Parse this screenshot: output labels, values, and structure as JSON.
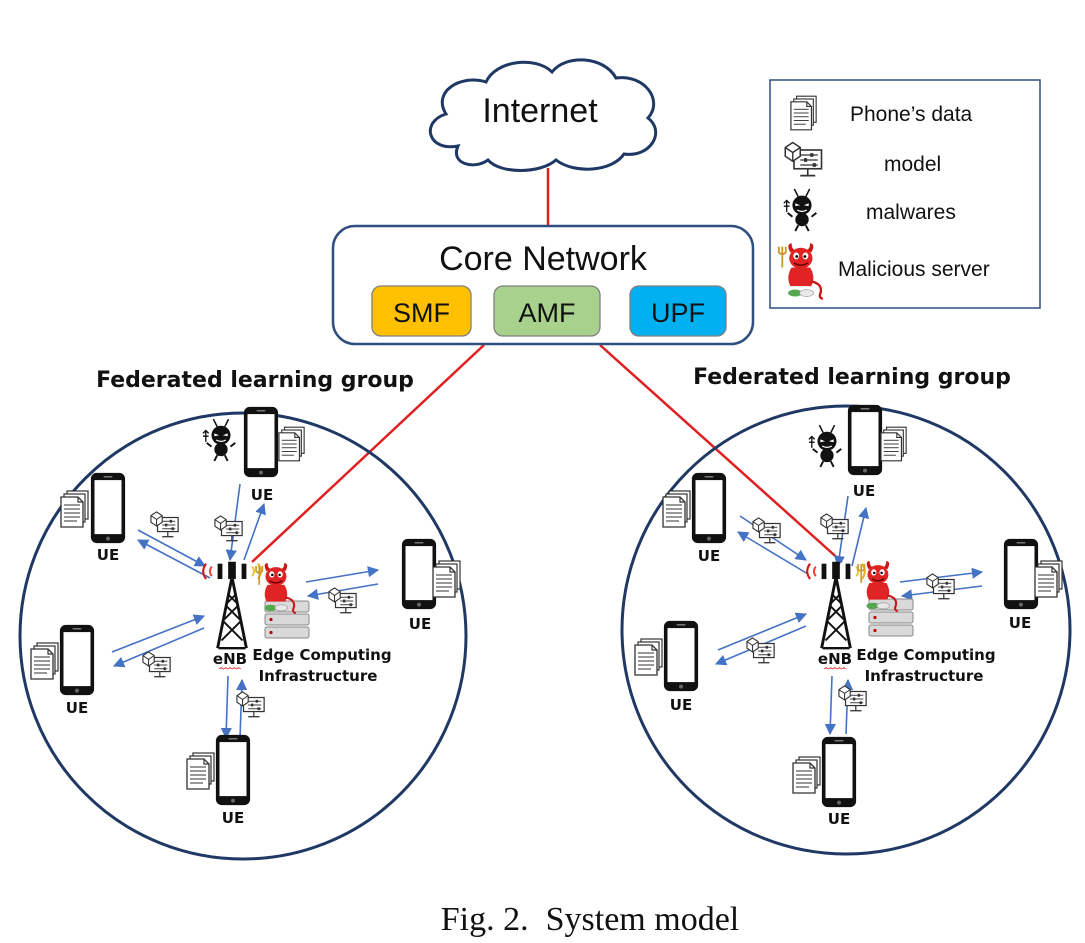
{
  "figure": {
    "caption": "Fig. 2.  System model"
  },
  "cloud": {
    "label": "Internet"
  },
  "core_network": {
    "title": "Core Network",
    "functions": [
      {
        "label": "SMF",
        "color": "#ffc000"
      },
      {
        "label": "AMF",
        "color": "#a9d18e"
      },
      {
        "label": "UPF",
        "color": "#00b0f0"
      }
    ]
  },
  "legend": {
    "items": [
      {
        "icon": "document-icon",
        "label": "Phone’s data"
      },
      {
        "icon": "model-icon",
        "label": "model"
      },
      {
        "icon": "malware-icon",
        "label": "malwares"
      },
      {
        "icon": "malicious-server-icon",
        "label": "Malicious server"
      }
    ]
  },
  "groups": [
    {
      "title": "Federated learning group",
      "base_station_label": "eNB",
      "edge_label_line1": "Edge Computing",
      "edge_label_line2": "Infrastructure",
      "ue_labels": [
        "UE",
        "UE",
        "UE",
        "UE",
        "UE"
      ]
    },
    {
      "title": "Federated learning group",
      "base_station_label": "eNB",
      "edge_label_line1": "Edge Computing",
      "edge_label_line2": "Infrastructure",
      "ue_labels": [
        "UE",
        "UE",
        "UE",
        "UE",
        "UE"
      ]
    }
  ],
  "colors": {
    "circle_stroke": "#1f3864",
    "link": "#e02020",
    "arrow": "#4472c4",
    "box_stroke": "#2f4f80"
  }
}
